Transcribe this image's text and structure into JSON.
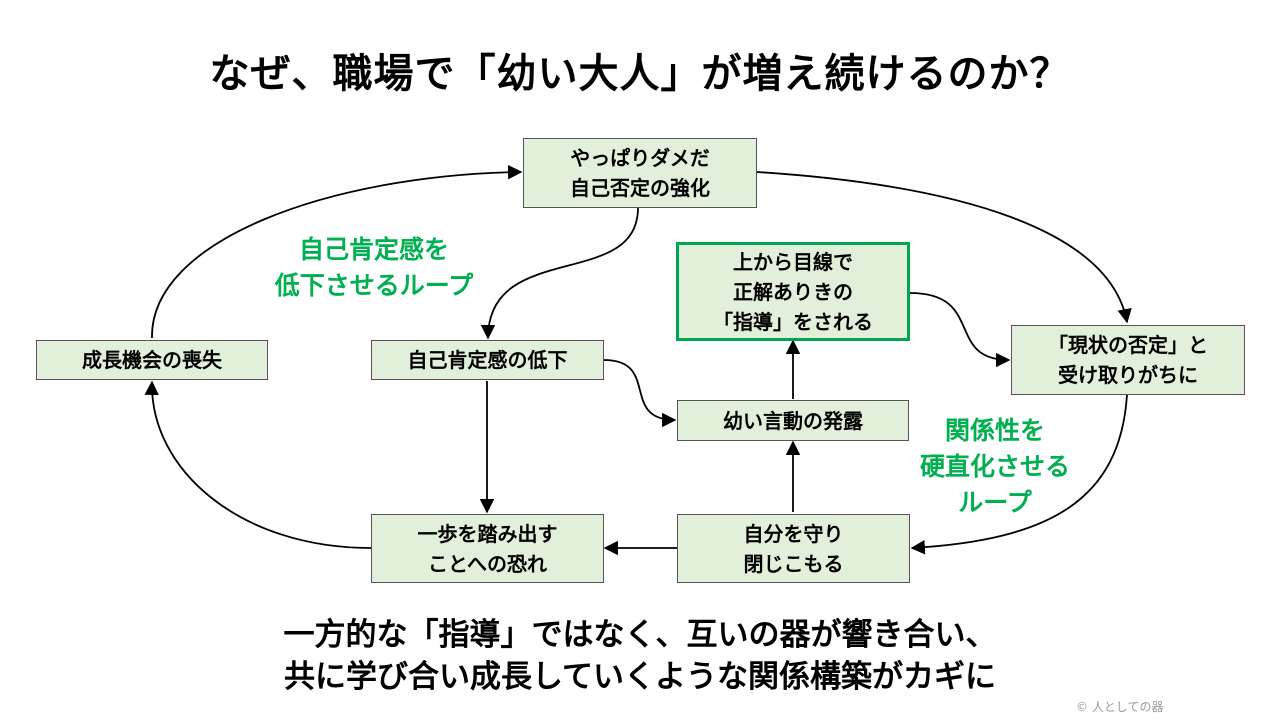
{
  "title": "なぜ、職場で「幼い大人」が増え続けるのか？",
  "colors": {
    "node_fill": "#e2efda",
    "node_border": "#555555",
    "accent_green": "#00a651",
    "loop_label": "#00b050",
    "arrow": "#000000"
  },
  "nodes": {
    "yappari": {
      "line1": "やっぱりダメだ",
      "line2": "自己否定の強化"
    },
    "loss": {
      "line1": "成長機会の喪失"
    },
    "selfesteem": {
      "line1": "自己肯定感の低下"
    },
    "guidance": {
      "line1": "上から目線で",
      "line2": "正解ありきの",
      "line3": "「指導」をされる"
    },
    "denial": {
      "line1": "「現状の否定」と",
      "line2": "受け取りがちに"
    },
    "childish": {
      "line1": "幼い言動の発露"
    },
    "fear": {
      "line1": "一歩を踏み出す",
      "line2": "ことへの恐れ"
    },
    "protect": {
      "line1": "自分を守り",
      "line2": "閉じこもる"
    }
  },
  "loop_labels": {
    "left": {
      "line1": "自己肯定感を",
      "line2": "低下させるループ"
    },
    "right": {
      "line1": "関係性を",
      "line2": "硬直化させる",
      "line3": "ループ"
    }
  },
  "conclusion": {
    "line1": "一方的な「指導」ではなく、互いの器が響き合い、",
    "line2": "共に学び合い成長していくような関係構築がカギに"
  },
  "copyright": "© 人としての器"
}
